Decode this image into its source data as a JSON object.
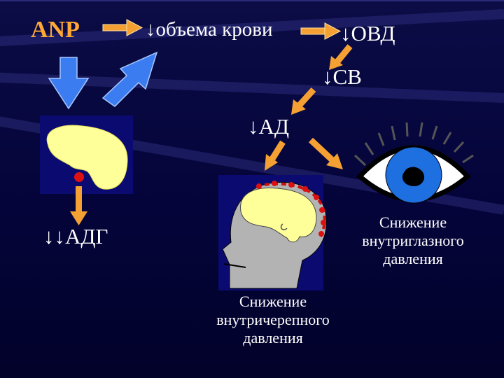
{
  "labels": {
    "anp": "ANP",
    "blood_volume": "↓объема крови",
    "ovd": "↓ОВД",
    "sv": "↓СВ",
    "ad": "↓АД",
    "adg": "↓↓АДГ"
  },
  "notes": {
    "eye": [
      "Снижение",
      "внутриглазного",
      "давления"
    ],
    "head": [
      "Снижение",
      "внутричерепного",
      "давления"
    ]
  },
  "colors": {
    "background": "#03032e",
    "anp_text": "#ffa834",
    "orange_arrow": "#f5a033",
    "blue_arrow": "#3b7df0",
    "brain": "#ffff99",
    "panel": "#0a0a70",
    "head": "#b3b3b3",
    "iris": "#1e6fe0",
    "gland_dot": "#dd1111"
  }
}
